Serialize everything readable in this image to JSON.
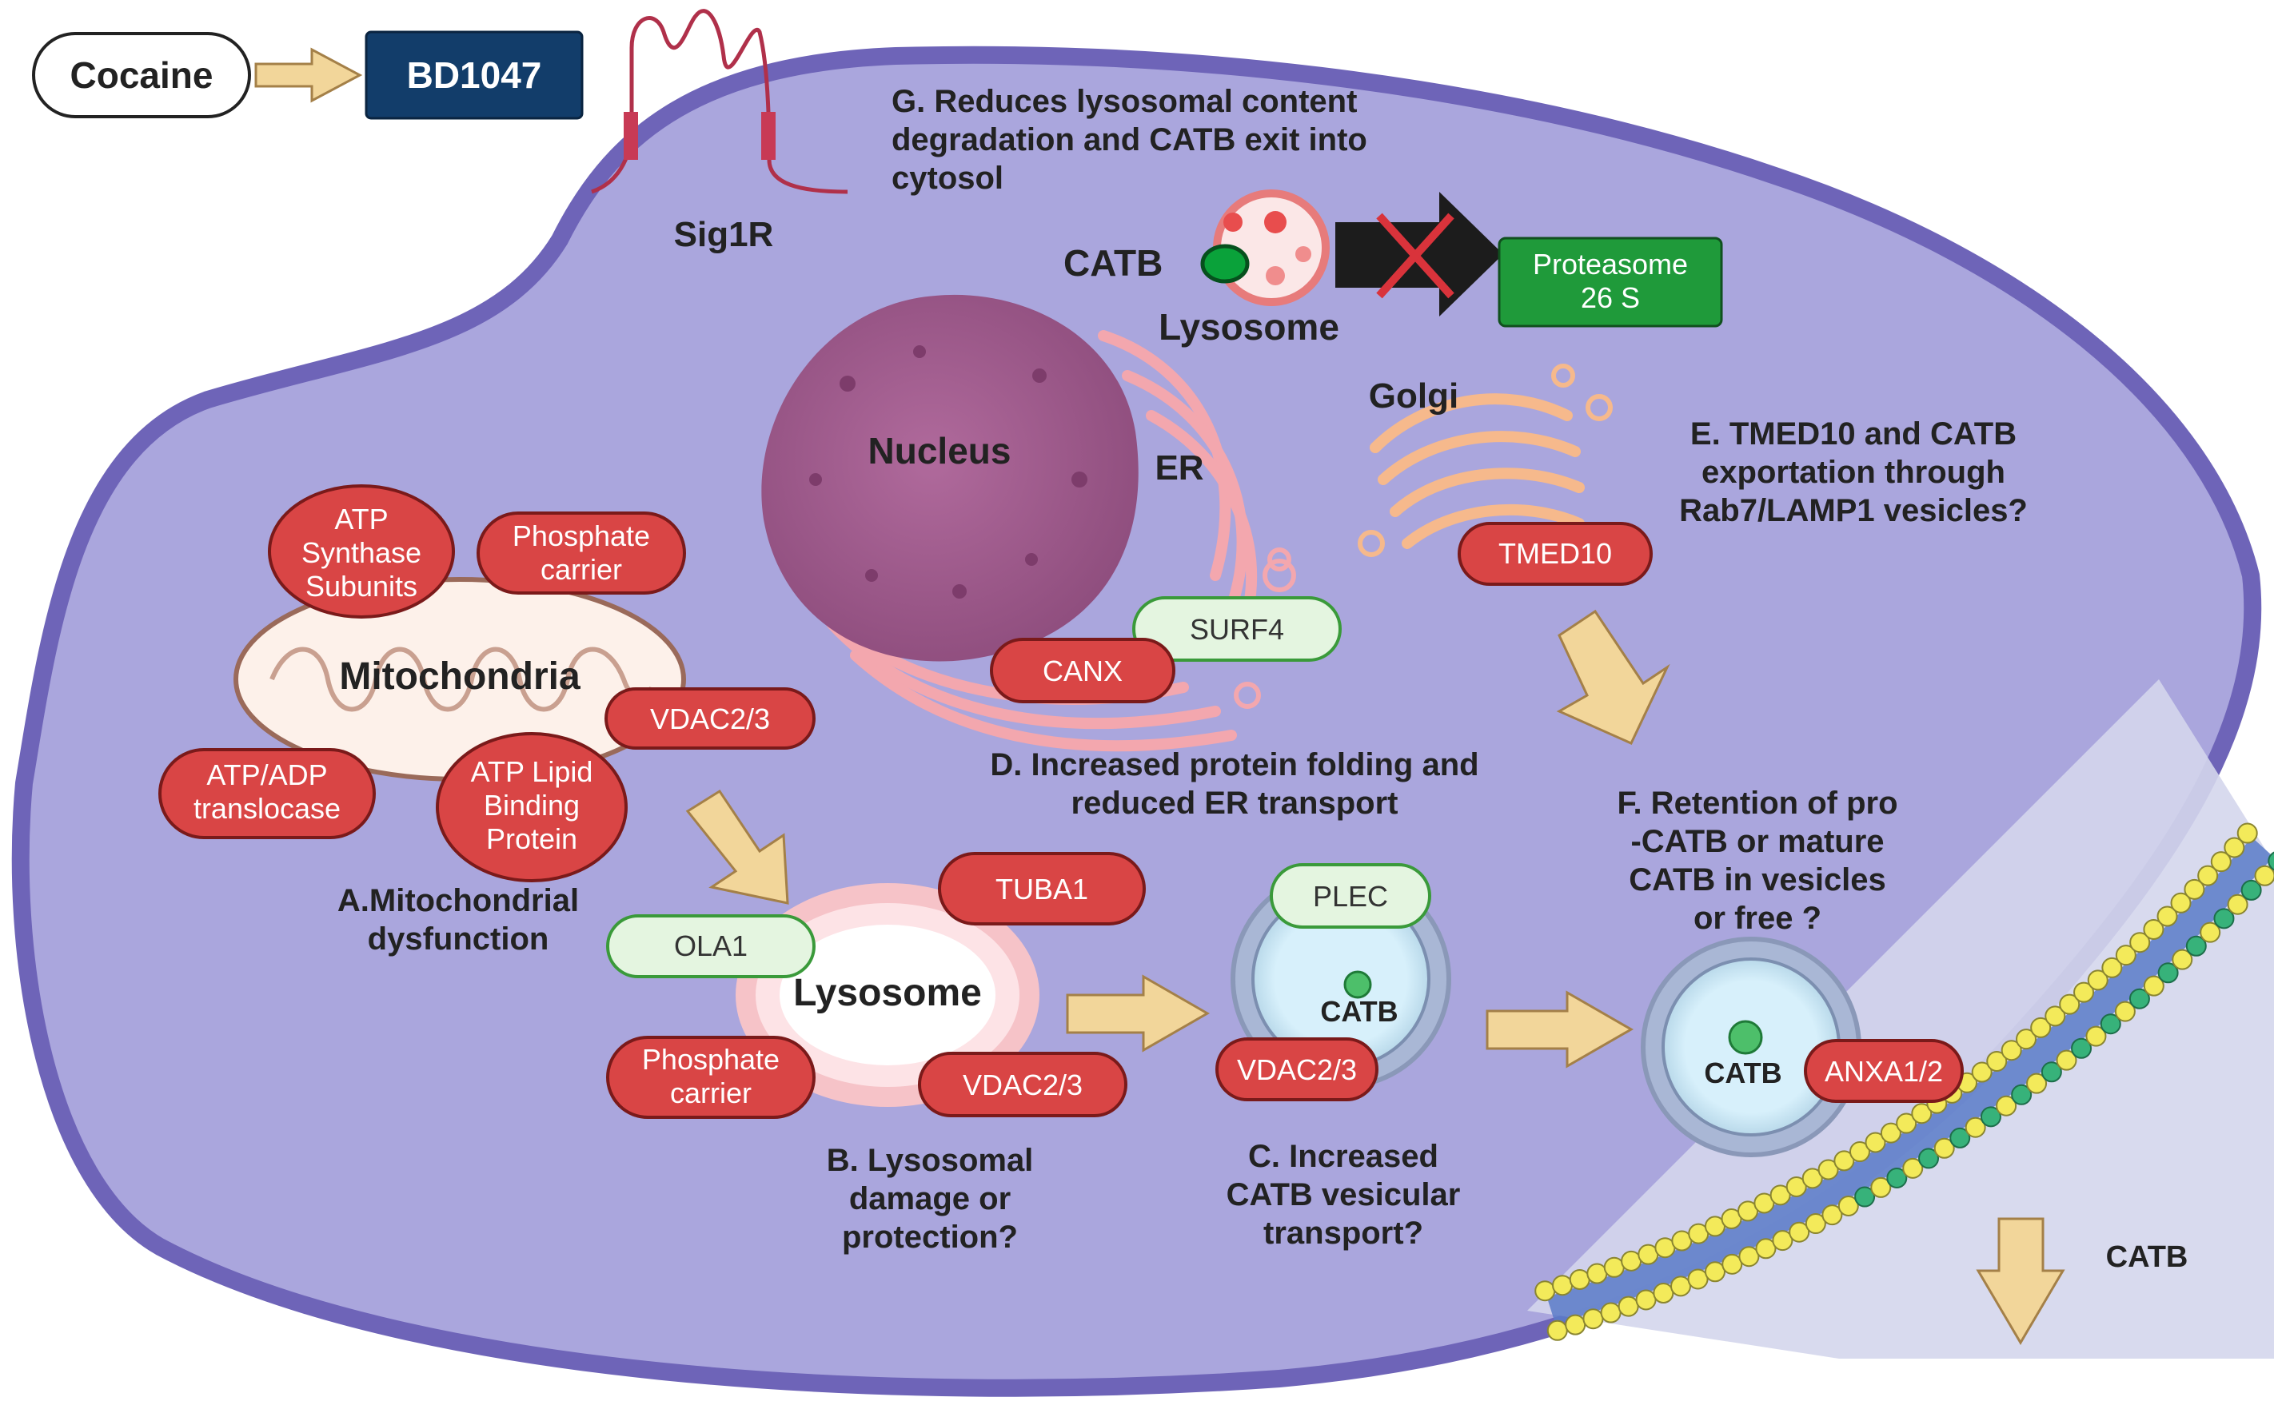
{
  "top": {
    "cocaine": "Cocaine",
    "bd1047": "BD1047",
    "sig1r": "Sig1R"
  },
  "step_g": {
    "lines": [
      "G. Reduces lysosomal content",
      "degradation and CATB exit into",
      "cytosol"
    ],
    "catb": "CATB",
    "lysosome": "Lysosome",
    "proteasome": [
      "Proteasome",
      "26 S"
    ]
  },
  "organelles": {
    "nucleus": "Nucleus",
    "er": "ER",
    "golgi": "Golgi",
    "mitochondria": "Mitochondria",
    "lysosome": "Lysosome"
  },
  "proteins": {
    "atp_synthase": [
      "ATP",
      "Synthase",
      "Subunits"
    ],
    "phosphate_carrier_mito": [
      "Phosphate",
      "carrier"
    ],
    "vdac_mito": "VDAC2/3",
    "atp_adp": [
      "ATP/ADP",
      "translocase"
    ],
    "atp_lipid": [
      "ATP Lipid",
      "Binding",
      "Protein"
    ],
    "surf4": "SURF4",
    "canx": "CANX",
    "tmed10": "TMED10",
    "tuba1": "TUBA1",
    "ola1": "OLA1",
    "phosphate_carrier_lyso": [
      "Phosphate",
      "carrier"
    ],
    "vdac_lyso": "VDAC2/3",
    "plec": "PLEC",
    "vdac_vesicle": "VDAC2/3",
    "anxa": "ANXA1/2"
  },
  "steps": {
    "a": [
      "A.Mitochondrial",
      "dysfunction"
    ],
    "b": [
      "B. Lysosomal",
      "damage or",
      "protection?"
    ],
    "c": [
      "C. Increased",
      "CATB vesicular",
      "transport?"
    ],
    "d": [
      "D. Increased protein folding and",
      "reduced ER transport"
    ],
    "e": [
      "E. TMED10 and CATB",
      "exportation through",
      "Rab7/LAMP1 vesicles?"
    ],
    "f": [
      "F. Retention of pro",
      "-CATB or mature",
      "CATB in vesicles",
      "or free ?"
    ]
  },
  "vesicles": {
    "catb_c": "CATB",
    "catb_f": "CATB",
    "catb_out": "CATB"
  },
  "colors": {
    "cell": "#a9a5dc",
    "cell_border": "#6e64b8",
    "red_pill": "#d94545",
    "green_pill": "#e4f5e0",
    "green_border": "#3a9a3a",
    "nucleus": "#a05b8c",
    "er": "#f3a7ae",
    "golgi": "#f6b98c",
    "arrow": "#f2d69a",
    "proteasome": "#1f9a3a",
    "bd1047": "#123d6a"
  }
}
